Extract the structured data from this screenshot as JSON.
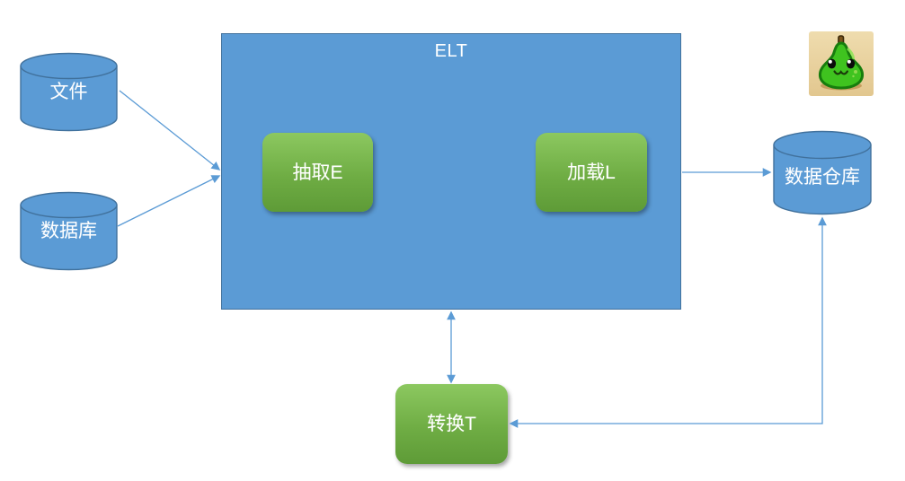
{
  "diagram": {
    "elt_title": "ELT",
    "nodes": {
      "file": {
        "label": "文件",
        "shape": "cylinder"
      },
      "database": {
        "label": "数据库",
        "shape": "cylinder"
      },
      "extract": {
        "label": "抽取E",
        "shape": "rounded-rect"
      },
      "load": {
        "label": "加载L",
        "shape": "rounded-rect"
      },
      "transform": {
        "label": "转换T",
        "shape": "rounded-rect"
      },
      "warehouse": {
        "label": "数据仓库",
        "shape": "cylinder"
      }
    },
    "edges": [
      {
        "from": "file",
        "to": "elt-container",
        "arrow": "single"
      },
      {
        "from": "database",
        "to": "elt-container",
        "arrow": "single"
      },
      {
        "from": "elt-container",
        "to": "warehouse",
        "arrow": "single"
      },
      {
        "from": "elt-container",
        "to": "transform",
        "arrow": "double"
      },
      {
        "from": "warehouse",
        "to": "transform",
        "arrow": "double"
      }
    ],
    "colors": {
      "node_blue": "#5B9BD5",
      "node_border_blue": "#41719C",
      "green_gradient_top": "#8CC860",
      "green_gradient_bottom": "#5E9B37",
      "arrow_blue": "#5B9BD5",
      "label_text": "#FFFFFF"
    },
    "logo": {
      "name": "pear-mascot",
      "background": "#E9D3A1",
      "pear_color": "#3FC31F"
    }
  }
}
